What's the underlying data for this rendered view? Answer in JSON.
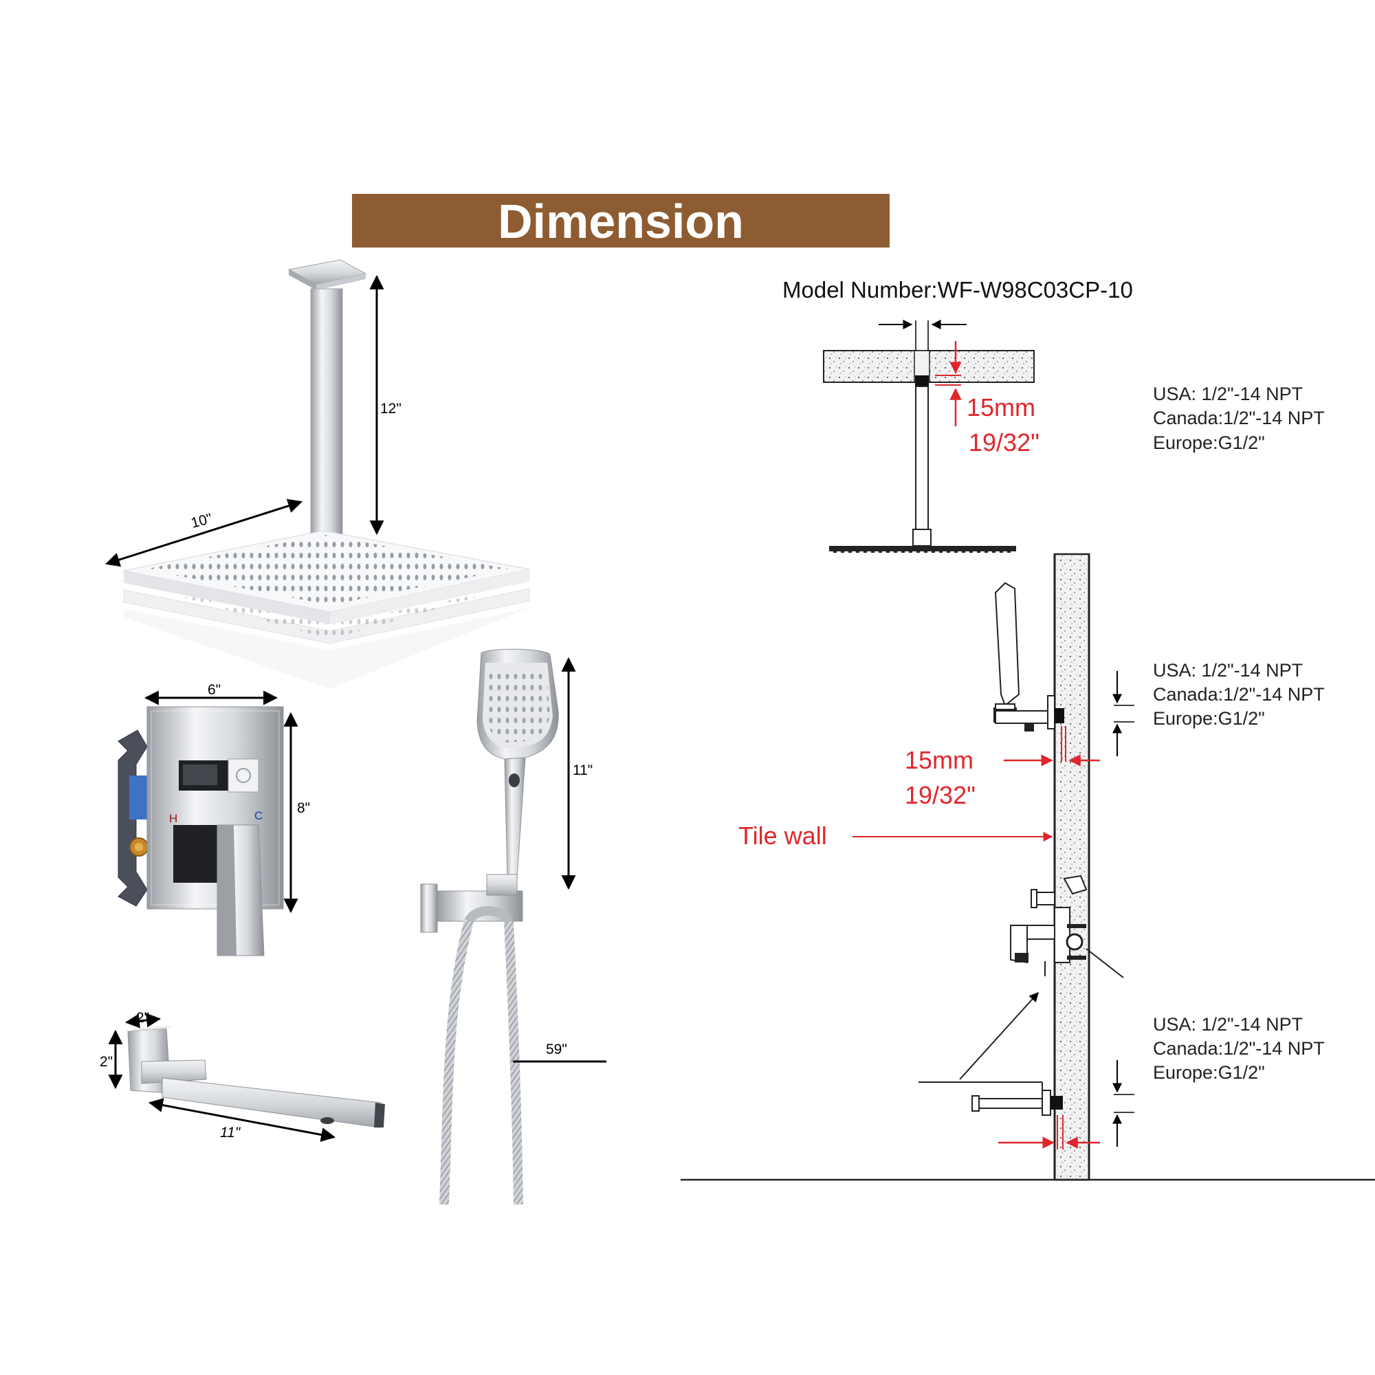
{
  "title": "Dimension",
  "model_number": "Model Number:WF-W98C03CP-10",
  "product_dimensions": {
    "arm_length": "12\"",
    "head_width": "10\"",
    "valve_width": "6\"",
    "valve_height": "8\"",
    "handheld_length": "11\"",
    "hose_length": "59\"",
    "spout_height": "2\"",
    "spout_width": "2\"",
    "spout_length": "11\""
  },
  "install": {
    "thread_specs": [
      {
        "usa": "USA: 1/2\"-14 NPT",
        "canada": "Canada:1/2\"-14 NPT",
        "europe": "Europe:G1/2\""
      },
      {
        "usa": "USA: 1/2\"-14 NPT",
        "canada": "Canada:1/2\"-14 NPT",
        "europe": "Europe:G1/2\""
      },
      {
        "usa": "USA: 1/2\"-14 NPT",
        "canada": "Canada:1/2\"-14 NPT",
        "europe": "Europe:G1/2\""
      }
    ],
    "depth_mm": "15mm",
    "depth_in": "19/32\"",
    "tile_wall": "Tile wall"
  },
  "colors": {
    "banner": "#8e5c32",
    "annotation_red": "#e0262b",
    "chrome": "#c9ccd1"
  }
}
